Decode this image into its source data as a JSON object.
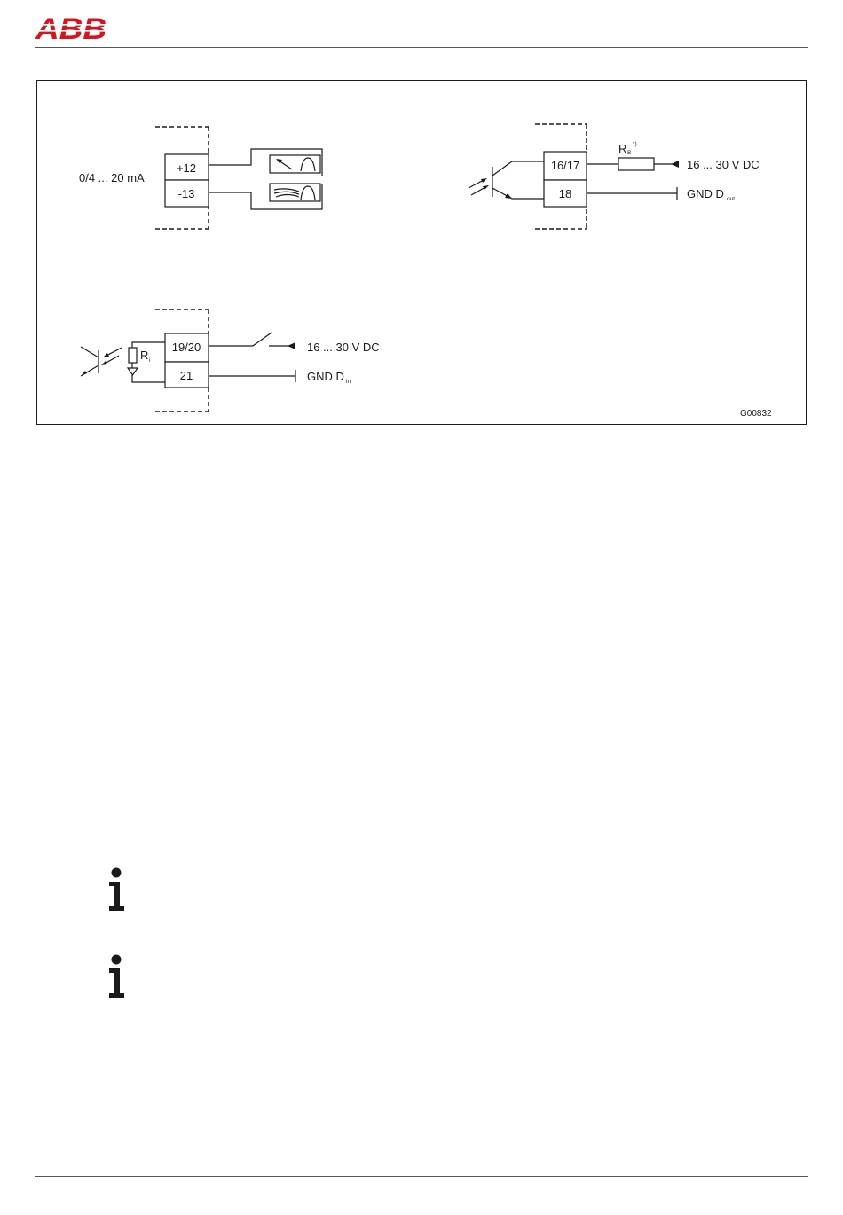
{
  "header": {
    "logo_text": "ABB",
    "logo_color": "#d7141e"
  },
  "figure": {
    "id": "G00832",
    "current_output": {
      "label": "0/4 ... 20 mA",
      "terminal_plus": "+12",
      "terminal_minus": "-13"
    },
    "digital_output": {
      "terminal_signal": "16/17",
      "terminal_ground": "18",
      "resistor_symbol": "R",
      "resistor_subscript": "B",
      "resistor_note": "*)",
      "supply": "16 ... 30 V DC",
      "ground_text": "GND D",
      "ground_subscript": "out"
    },
    "digital_input": {
      "terminal_signal": "19/20",
      "terminal_ground": "21",
      "resistor_symbol": "R",
      "resistor_subscript": "i",
      "supply": "16 ... 30 V DC",
      "ground_text": "GND D",
      "ground_subscript": "in"
    }
  },
  "notes": [
    {
      "icon": "info-icon"
    },
    {
      "icon": "info-icon"
    }
  ]
}
